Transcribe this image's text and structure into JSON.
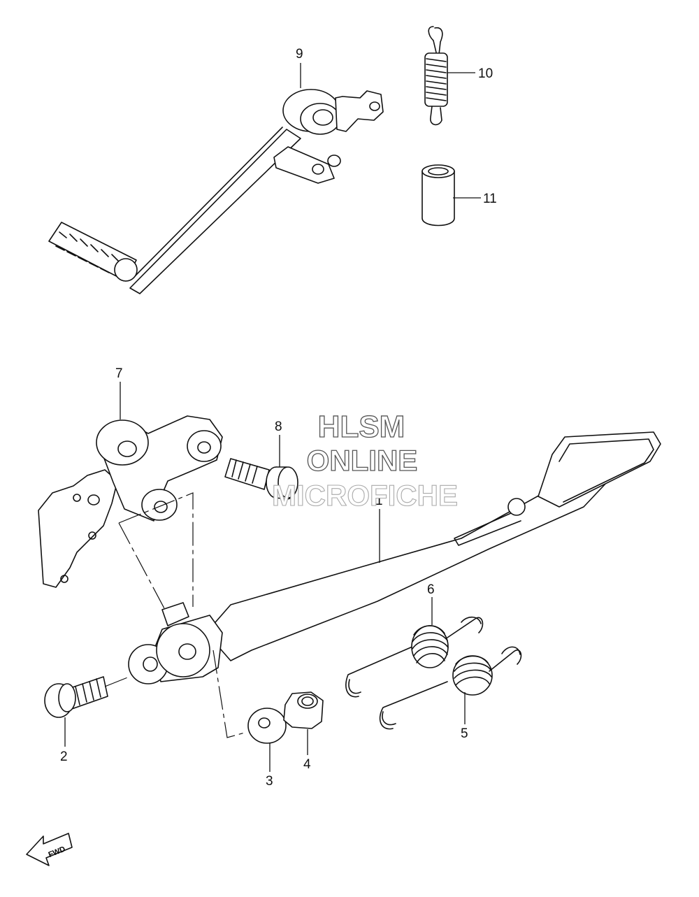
{
  "watermark": {
    "line1": "HLSM",
    "line2": "ONLINE",
    "line3": "MICROFICHE"
  },
  "direction_badge": "FWD",
  "callouts": [
    {
      "id": "1",
      "label": "1"
    },
    {
      "id": "2",
      "label": "2"
    },
    {
      "id": "3",
      "label": "3"
    },
    {
      "id": "4",
      "label": "4"
    },
    {
      "id": "5",
      "label": "5"
    },
    {
      "id": "6",
      "label": "6"
    },
    {
      "id": "7",
      "label": "7"
    },
    {
      "id": "8",
      "label": "8"
    },
    {
      "id": "9",
      "label": "9"
    },
    {
      "id": "10",
      "label": "10"
    },
    {
      "id": "11",
      "label": "11"
    }
  ]
}
